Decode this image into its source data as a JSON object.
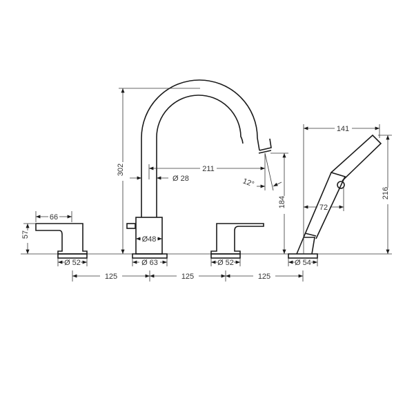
{
  "drawing": {
    "title": "4-hole rim-mounted bath mixer – dimension drawing",
    "units": "mm",
    "line_color": "#1a1a1a",
    "background": "#ffffff"
  },
  "dimensions": {
    "spout_height": "302",
    "spout_reach": "211",
    "spout_diameter": "Ø 28",
    "spout_angle": "12°",
    "spout_outlet_height": "184",
    "spout_body_diameter": "Ø48",
    "spout_base_diameter": "Ø 63",
    "handle_width": "66",
    "handle_height": "57",
    "left_handle_base_diameter": "Ø 52",
    "right_handle_base_diameter": "Ø 52",
    "handshower_base_diameter": "Ø 54",
    "handshower_reach": "141",
    "handshower_height": "216",
    "handshower_offset": "72",
    "spacing_1": "125",
    "spacing_2": "125",
    "spacing_3": "125"
  }
}
